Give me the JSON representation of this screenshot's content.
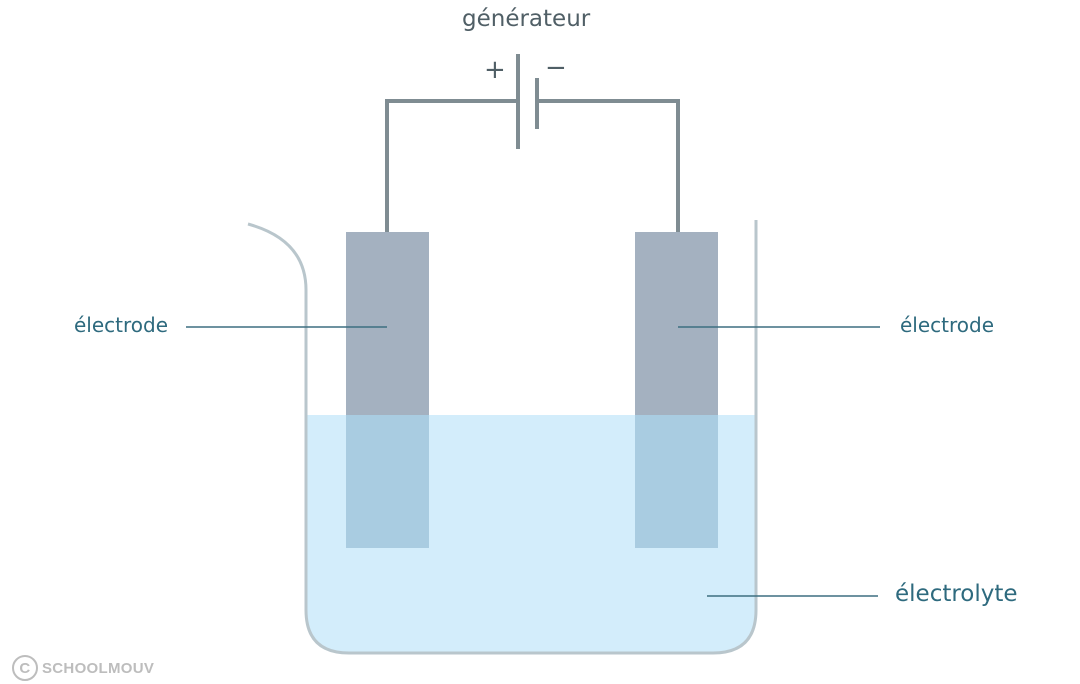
{
  "generator": {
    "label": "générateur",
    "plus": "+",
    "minus": "−"
  },
  "electrodes": {
    "left_label": "électrode",
    "right_label": "électrode"
  },
  "solution": {
    "label": "électrolyte"
  },
  "watermark": {
    "symbol": "C",
    "text": "SCHOOLMOUV"
  },
  "colors": {
    "wire": "#7f8c92",
    "electrode": "#a4b1c0",
    "electrode_submerged": "#a9cce1",
    "electrolyte": "#d3edfb",
    "beaker": "#b9c6cc",
    "label": "#2e6a7e",
    "leader_line": "#3d6f80"
  }
}
